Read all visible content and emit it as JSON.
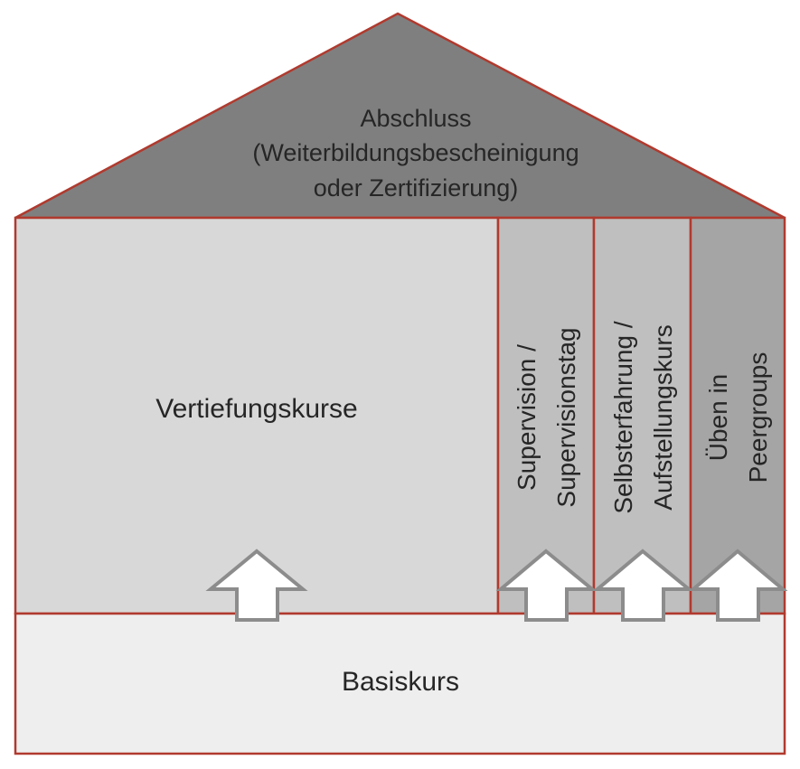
{
  "roof": {
    "title": "Abschluss",
    "line2": "(Weiterbildungsbescheinigung",
    "line3": "oder Zertifizierung)"
  },
  "main_block": {
    "label": "Vertiefungskurse"
  },
  "pillars": [
    {
      "line1": "Supervision /",
      "line2": "Supervisionstag"
    },
    {
      "line1": "Selbsterfahrung /",
      "line2": "Aufstellungskurs"
    },
    {
      "line1": "Üben in",
      "line2": "Peergroups"
    }
  ],
  "base": {
    "label": "Basiskurs"
  },
  "colors": {
    "outline": "#b03a2e",
    "roof_fill": "#7f7f7f",
    "main_fill": "#d8d8d8",
    "pillar_fill": "#bfbfbf",
    "pillar_fill_dark": "#a5a5a5",
    "base_fill": "#eeeeee",
    "arrow_stroke": "#8c8c8c",
    "arrow_fill": "#ffffff"
  }
}
